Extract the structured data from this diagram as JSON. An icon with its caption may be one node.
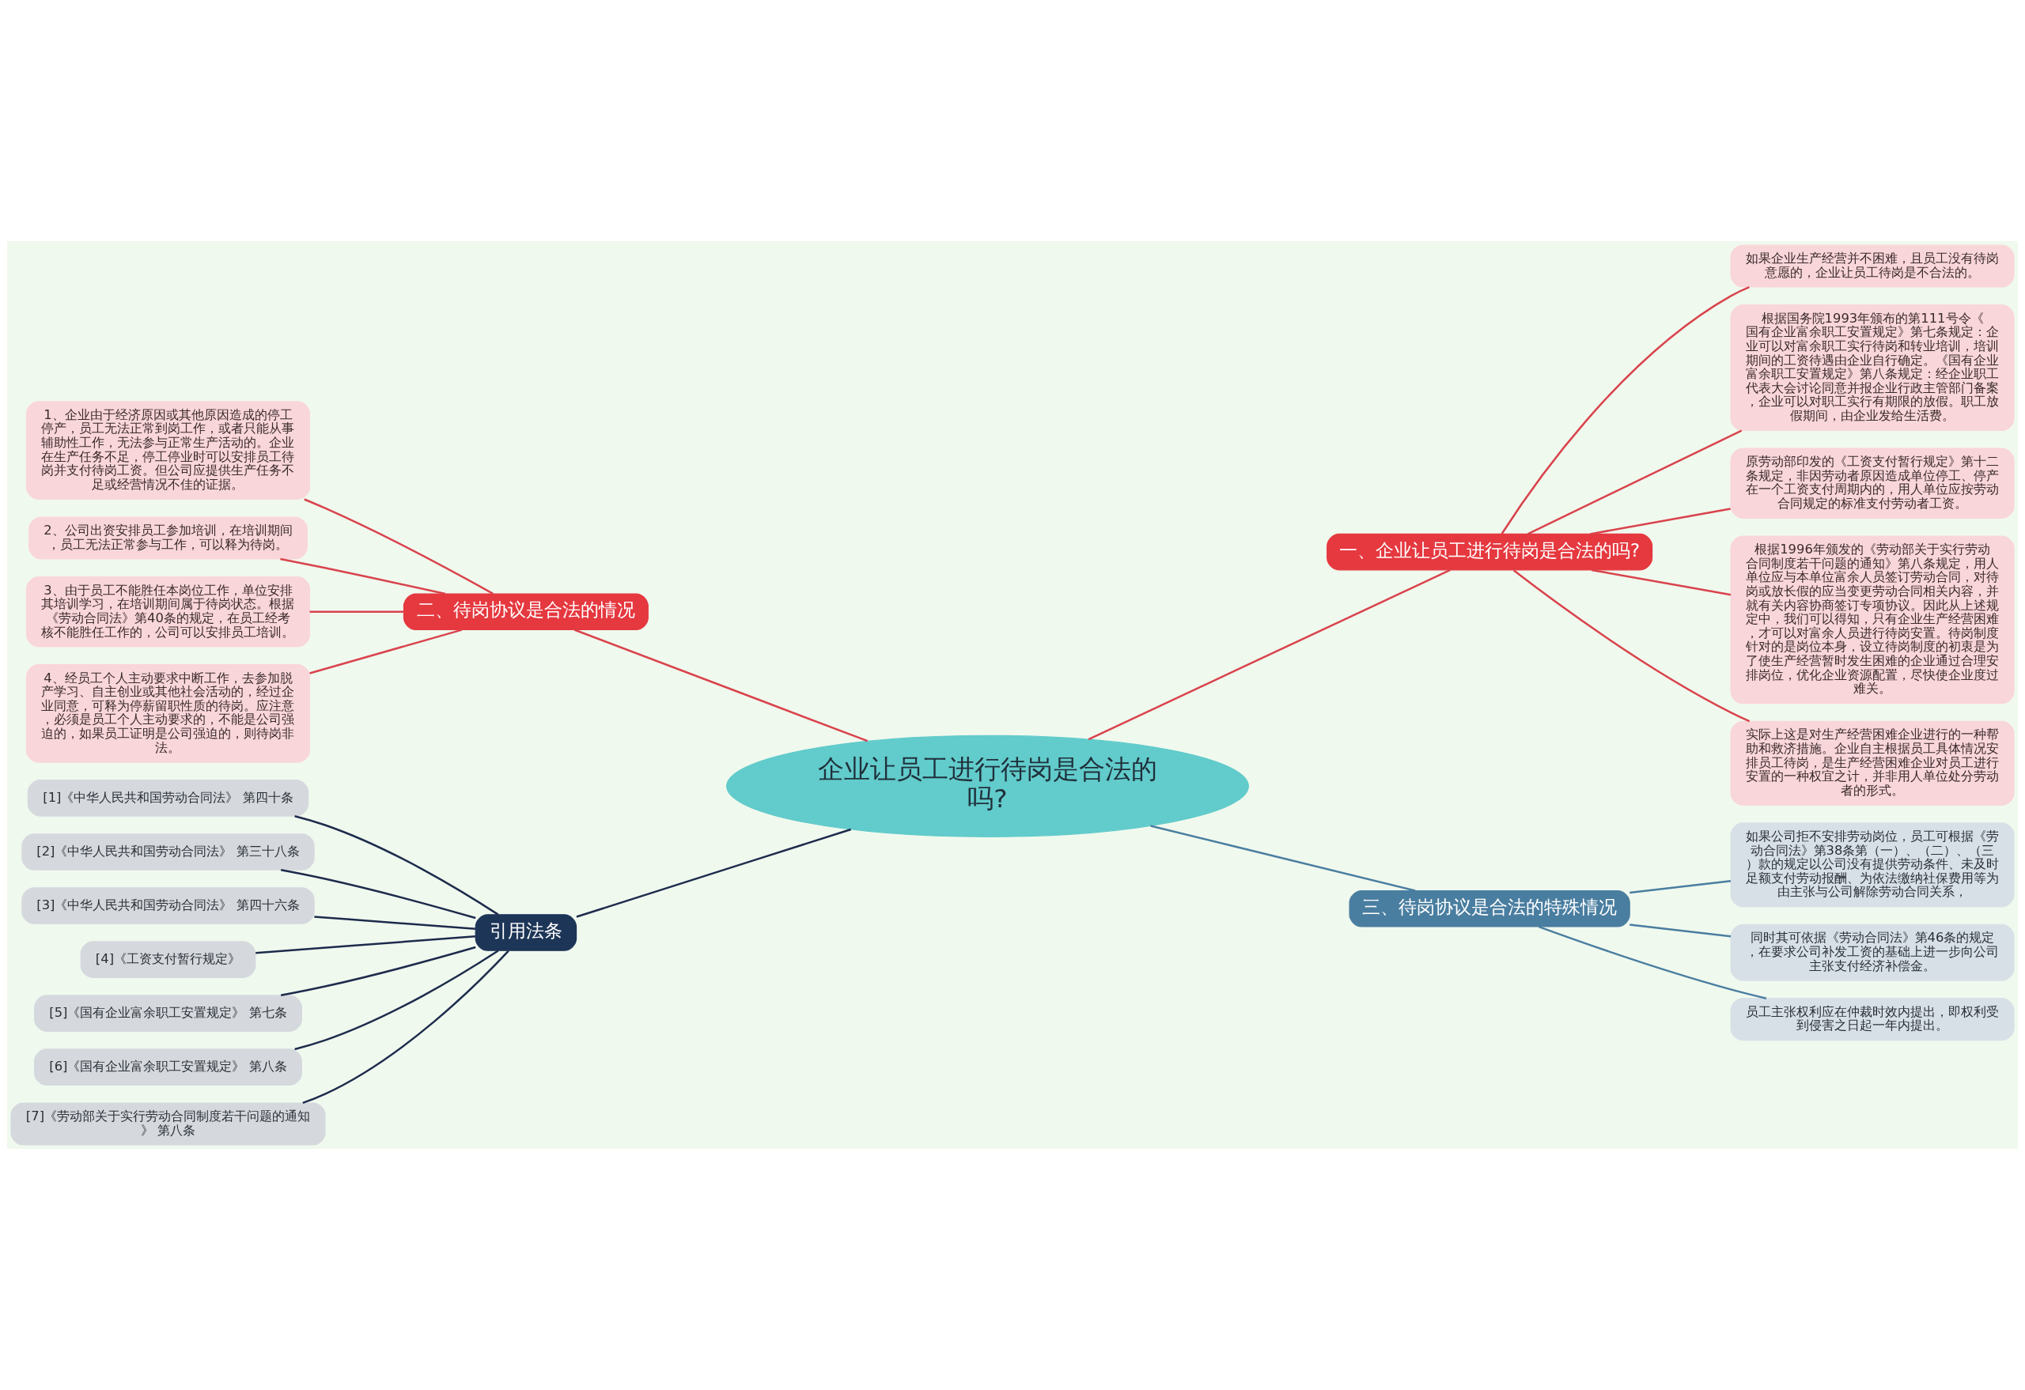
{
  "diagram": {
    "nodes": [
      {
        "text": [
          "企业让员工进行待岗是合法的吗?"
        ]
      },
      {
        "text": [
          "一、企业让员工进行待岗是合法的吗?"
        ]
      },
      {
        "text": [
          "如果企业生产经营并不困难，且员工没有待岗意愿的，企业让员工待岗是不合法的。"
        ]
      },
      {
        "text": [
          "根据国务院1993年颁布的第111号令《国有企业富余职工安置规定》第七条规定：企业可以对富余职工实行待岗和转业培训，培训期间的工资待遇由企业自行确定。《国有企业富余职工安置规定》第八条规定：经企业职工代表大会讨论同意并报企业行政主管部门备案，企业可以对职工实行有期限的放假。职工放假期间，由企业发给生活费。"
        ]
      },
      {
        "text": [
          "原劳动部印发的《工资支付暂行规定》第十二条规定，非因劳动者原因造成单位停工、停产在一个工资支付周期内的，用人单位应按劳动合同规定的标准支付劳动者工资。"
        ]
      },
      {
        "text": [
          "根据1996年颁发的《劳动部关于实行劳动合同制度若干问题的通知》第八条规定，用人单位应与本单位富余人员签订劳动合同，对待岗或放长假的应当变更劳动合同相关内容，并就有关内容协商签订专项协议。因此从上述规定中，我们可以得知，只有企业生产经营困难，才可以对富余人员进行待岗安置。待岗制度针对的是岗位本身，设立待岗制度的初衷是为了使生产经营暂时发生困难的企业通过合理安排岗位，优化企业资源配置，尽快使企业度过难关。"
        ]
      },
      {
        "text": [
          "实际上这是对生产经营困难企业进行的一种帮助和救济措施。企业自主根据员工具体情况安排员工待岗，是生产经营困难企业对员工进行安置的一种权宜之计，并非用人单位处分劳动者的形式。"
        ]
      },
      {
        "text": [
          "二、待岗协议是合法的情况"
        ]
      },
      {
        "text": [
          "1、企业由于经济原因或其他原因造成的停工停产，员工无法正常到岗工作，或者只能从事辅助性工作，无法参与正常生产活动的。企业在生产任务不足，停工停业时可以安排员工待岗并支付待岗工资。但公司应提供生产任务不足或经营情况不佳的证据。"
        ]
      },
      {
        "text": [
          "2、公司出资安排员工参加培训，在培训期间，员工无法正常参与工作，可以释为待岗。"
        ]
      },
      {
        "text": [
          "3、由于员工不能胜任本岗位工作，单位安排其培训学习，在培训期间属于待岗状态。根据《劳动合同法》第40条的规定，在员工经考核不能胜任工作的，公司可以安排员工培训。"
        ]
      },
      {
        "text": [
          "4、经员工个人主动要求中断工作，去参加脱产学习、自主创业或其他社会活动的，经过企业同意，可释为停薪留职性质的待岗。应注意，必须是员工个人主动要求的，不能是公司强迫的，如果员工证明是公司强迫的，则待岗非法。"
        ]
      },
      {
        "text": [
          "三、待岗协议是合法的特殊情况"
        ]
      },
      {
        "text": [
          "如果公司拒不安排劳动岗位，员工可根据《劳动合同法》第38条第（一）、（二）、（三）款的规定以公司没有提供劳动条件、未及时足额支付劳动报酬、为依法缴纳社保费用等为由主张与公司解除劳动合同关系，"
        ]
      },
      {
        "text": [
          "同时其可依据《劳动合同法》第46条的规定，在要求公司补发工资的基础上进一步向公司主张支付经济补偿金。"
        ]
      },
      {
        "text": [
          "员工主张权利应在仲裁时效内提出，即权利受到侵害之日起一年内提出。"
        ]
      },
      {
        "text": [
          "引用法条"
        ]
      },
      {
        "text": [
          "[1]《中华人民共和国劳动合同法》 第四十条"
        ]
      },
      {
        "text": [
          "[2]《中华人民共和国劳动合同法》 第三十八条"
        ]
      },
      {
        "text": [
          "[3]《中华人民共和国劳动合同法》 第四十六条"
        ]
      },
      {
        "text": [
          "[4]《工资支付暂行规定》"
        ]
      },
      {
        "text": [
          "[5]《国有企业富余职工安置规定》 第七条"
        ]
      },
      {
        "text": [
          "[6]《国有企业富余职工安置规定》 第八条"
        ]
      },
      {
        "text": [
          "[7]《劳动部关于实行劳动合同制度若干问题的通知》 第八条"
        ]
      }
    ],
    "edges": [
      {
        "from": 0,
        "to": 1,
        "arrow": "none"
      },
      {
        "from": 1,
        "to": 2,
        "arrow": "none"
      },
      {
        "from": 1,
        "to": 3,
        "arrow": "none"
      },
      {
        "from": 1,
        "to": 4,
        "arrow": "none"
      },
      {
        "from": 1,
        "to": 5,
        "arrow": "none"
      },
      {
        "from": 1,
        "to": 6,
        "arrow": "none"
      },
      {
        "from": 0,
        "to": 7,
        "arrow": "none"
      },
      {
        "from": 7,
        "to": 8,
        "arrow": "none"
      },
      {
        "from": 7,
        "to": 9,
        "arrow": "none"
      },
      {
        "from": 7,
        "to": 10,
        "arrow": "none"
      },
      {
        "from": 7,
        "to": 11,
        "arrow": "none"
      },
      {
        "from": 0,
        "to": 12,
        "arrow": "none",
        "color": "#4a7ea0"
      },
      {
        "from": 12,
        "to": 13,
        "arrow": "none",
        "color": "#4a7ea0"
      },
      {
        "from": 12,
        "to": 14,
        "arrow": "none",
        "color": "#4a7ea0"
      },
      {
        "from": 12,
        "to": 15,
        "arrow": "none",
        "color": "#4a7ea0"
      },
      {
        "from": 0,
        "to": 16,
        "arrow": "none",
        "color": "#1d2b4c"
      },
      {
        "from": 16,
        "to": 17,
        "arrow": "none",
        "color": "#1d2b4c"
      },
      {
        "from": 16,
        "to": 18,
        "arrow": "none",
        "color": "#1d2b4c"
      },
      {
        "from": 16,
        "to": 19,
        "arrow": "none",
        "color": "#1d2b4c"
      },
      {
        "from": 16,
        "to": 20,
        "arrow": "none",
        "color": "#1d2b4c"
      },
      {
        "from": 16,
        "to": 21,
        "arrow": "none",
        "color": "#1d2b4c"
      },
      {
        "from": 16,
        "to": 22,
        "arrow": "none",
        "color": "#1d2b4c"
      },
      {
        "from": 16,
        "to": 23,
        "arrow": "none",
        "color": "#1d2b4c"
      }
    ]
  }
}
